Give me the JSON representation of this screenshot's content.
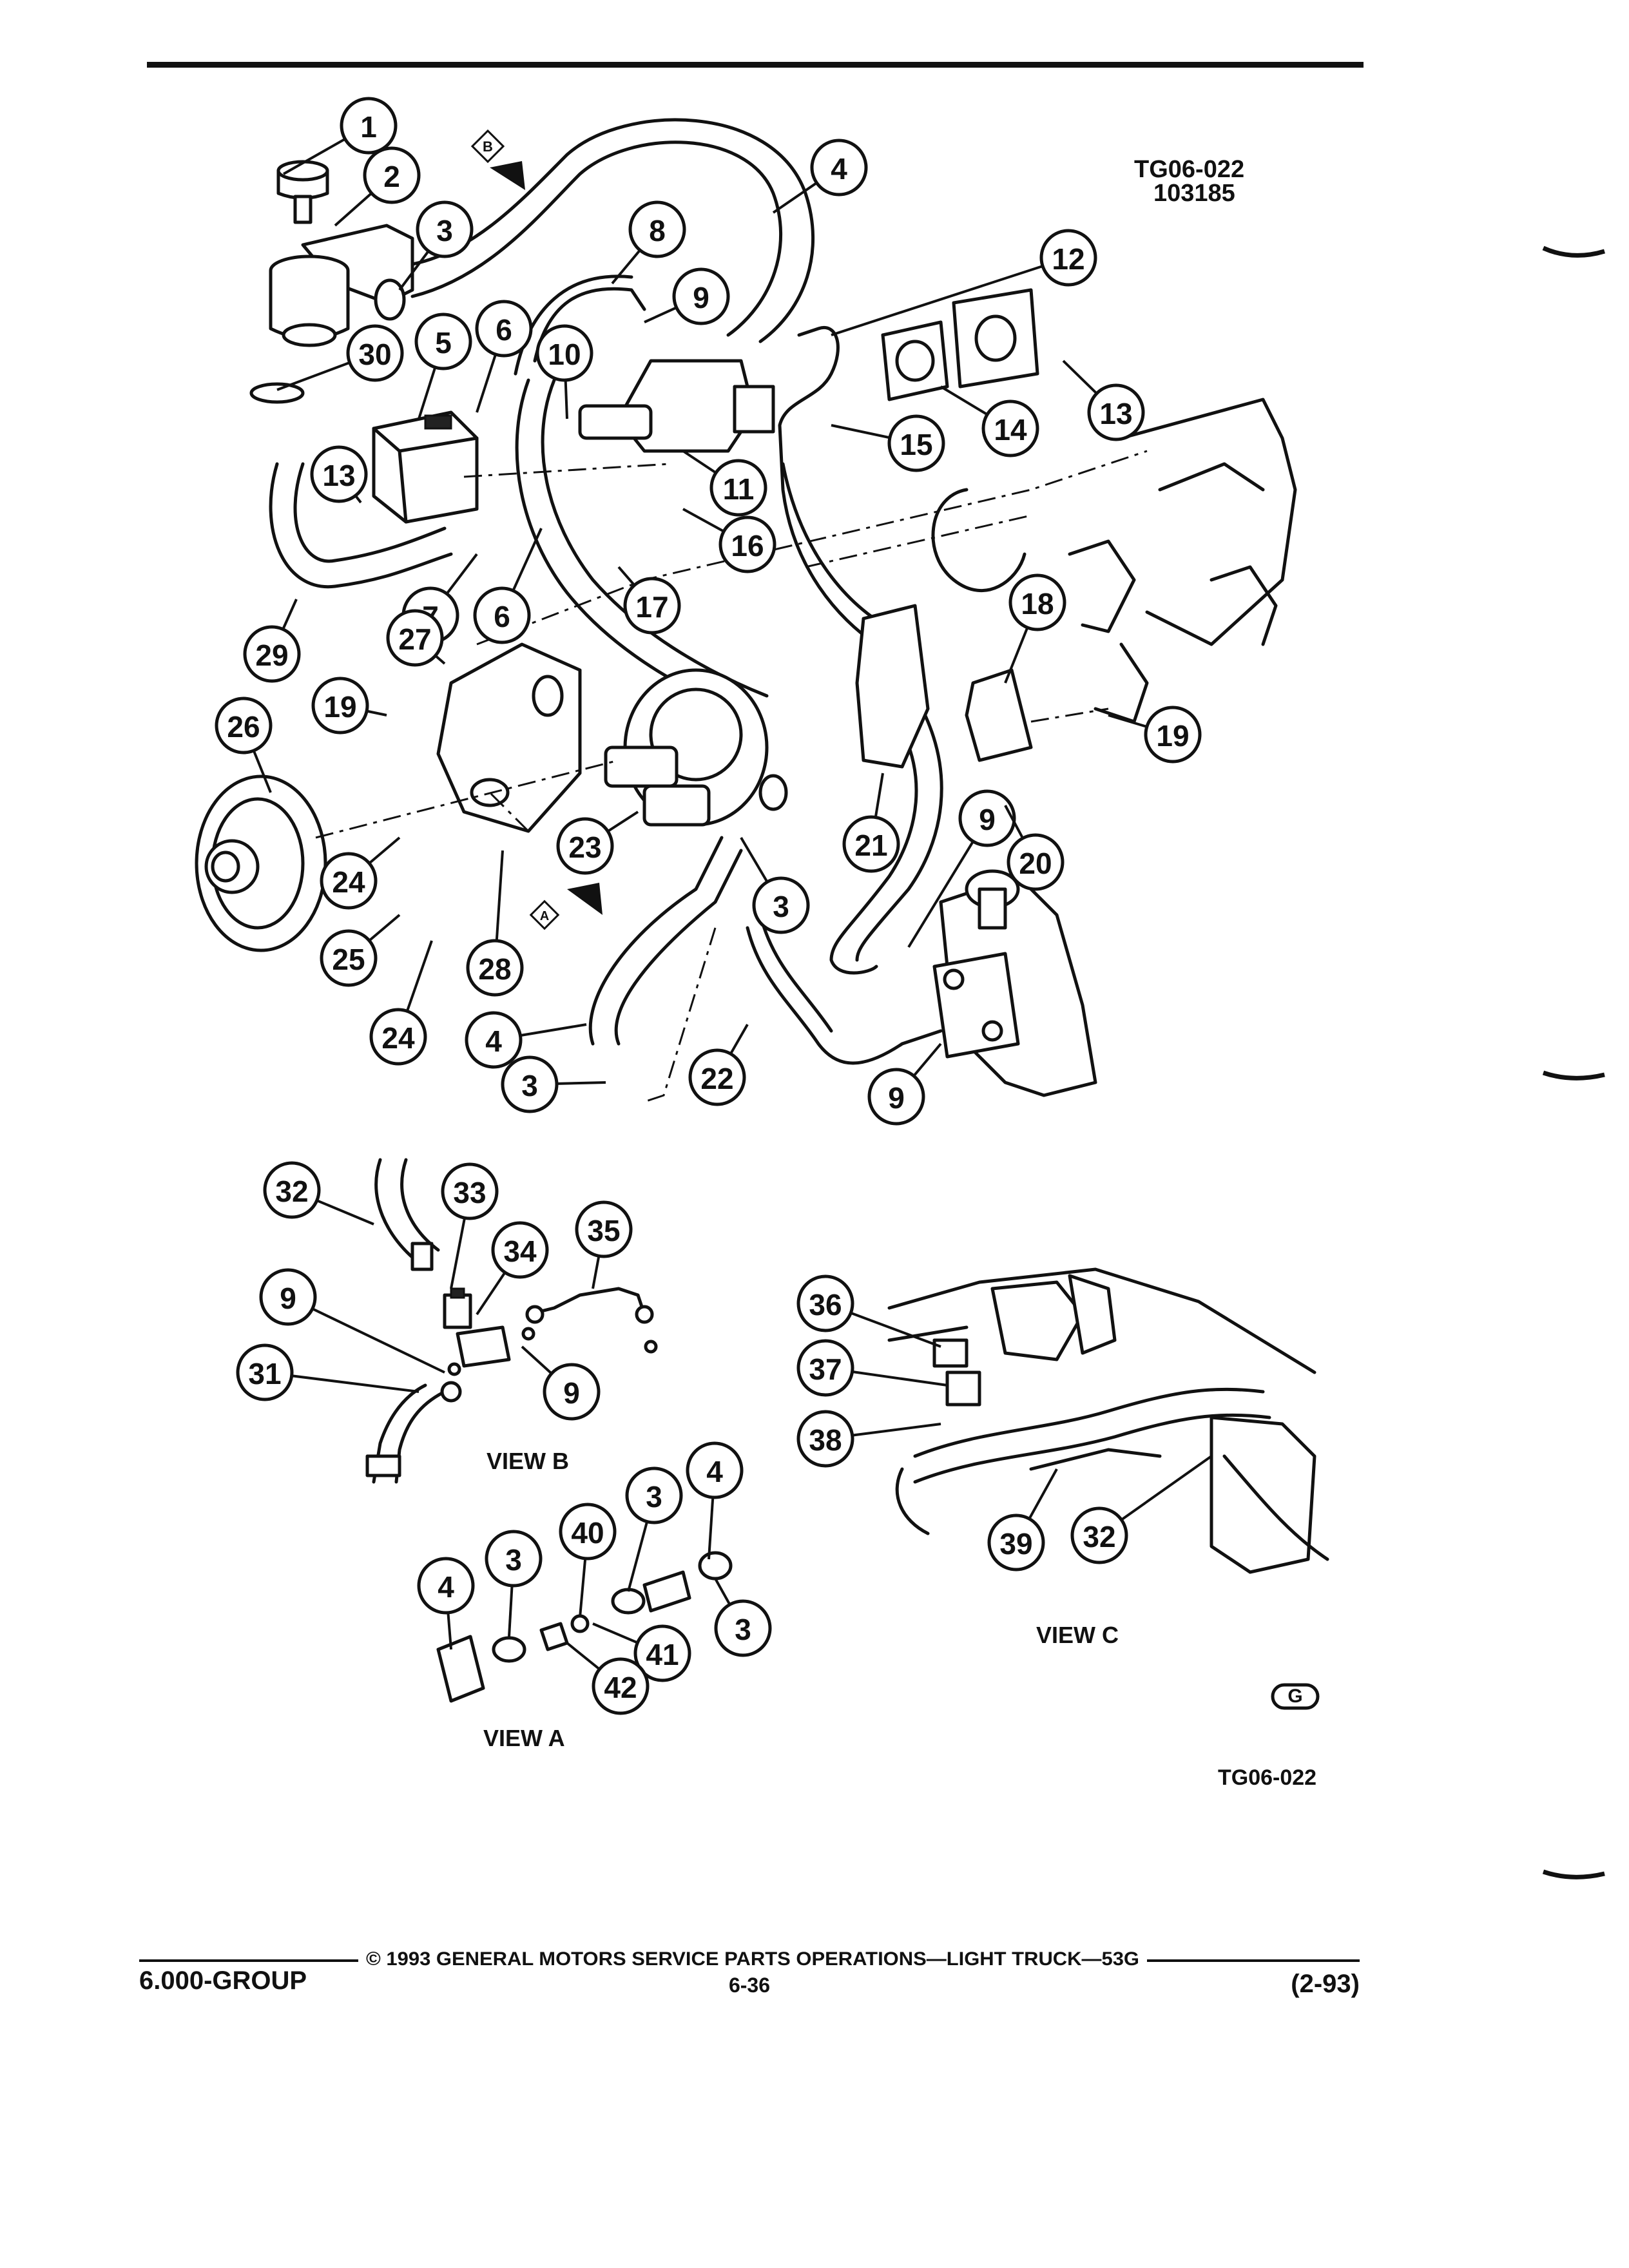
{
  "figure": {
    "code_top": "TG06-022",
    "date_code": "103185",
    "code_bottom": "TG06-022"
  },
  "views": {
    "a": "VIEW A",
    "b": "VIEW B",
    "c": "VIEW C"
  },
  "direction_markers": {
    "a": "A",
    "b": "B"
  },
  "logo": "G",
  "footer": {
    "group": "6.000-GROUP",
    "copyright": "© 1993 GENERAL MOTORS SERVICE PARTS OPERATIONS—LIGHT TRUCK—53G",
    "page": "6-36",
    "date": "(2-93)"
  },
  "callouts": [
    "1",
    "2",
    "3",
    "30",
    "5",
    "6",
    "10",
    "9",
    "8",
    "4",
    "12",
    "14",
    "13",
    "15",
    "11",
    "16",
    "13",
    "7",
    "6",
    "17",
    "29",
    "27",
    "19",
    "26",
    "24",
    "25",
    "24",
    "28",
    "23",
    "3",
    "4",
    "3",
    "22",
    "9",
    "21",
    "9",
    "20",
    "19",
    "18",
    "32",
    "33",
    "34",
    "35",
    "9",
    "9",
    "31",
    "36",
    "37",
    "38",
    "39",
    "32",
    "3",
    "4",
    "3",
    "40",
    "4",
    "3",
    "41",
    "42"
  ]
}
